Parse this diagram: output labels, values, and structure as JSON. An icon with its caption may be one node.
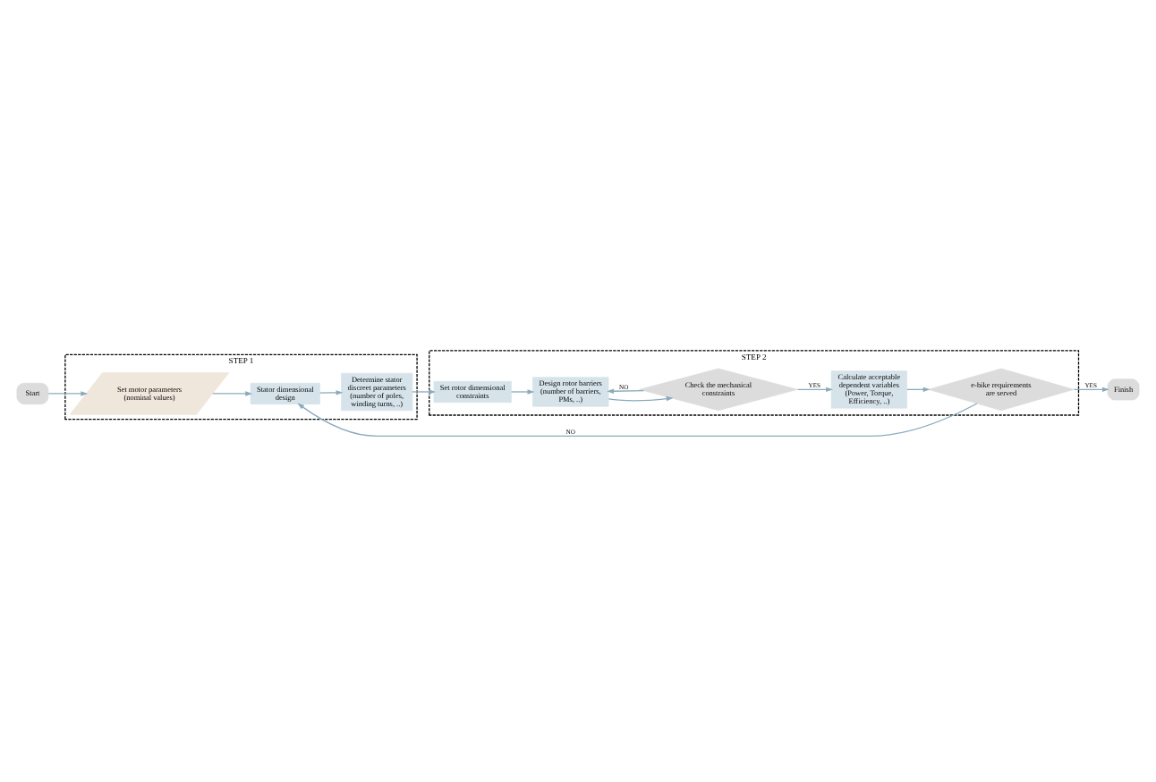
{
  "diagram": {
    "nodes": [
      {
        "text": [
          "STEP 1"
        ]
      },
      {
        "text": [
          "Start"
        ]
      },
      {
        "text": [
          "Set motor parameters (nominal values)"
        ],
        "in": 0
      },
      {
        "text": [
          "Stator dimensional design"
        ],
        "in": 0
      },
      {
        "text": [
          "Determine stator discreet parameters (number of poles, winding turns, ..)"
        ],
        "in": 0
      },
      {
        "text": [
          "STEP 2"
        ]
      },
      {
        "text": [
          "Set rotor dimensional constraints"
        ],
        "in": 5
      },
      {
        "text": [
          "Design rotor barriers (number of barriers, PMs, ..)"
        ],
        "in": 5
      },
      {
        "text": [
          "Check the mechanical constraints"
        ],
        "in": 5
      },
      {
        "text": [
          "Calculate acceptable dependent variables (Power, Torque, Efficiency, ..)"
        ],
        "in": 5
      },
      {
        "text": [
          "e-bike requirements are served"
        ],
        "in": 5
      },
      {
        "text": [
          "Finish"
        ]
      }
    ],
    "edges": [
      {
        "from": 1,
        "to": 2,
        "arrow": "to"
      },
      {
        "from": 2,
        "to": 3,
        "arrow": "to"
      },
      {
        "from": 3,
        "to": 4,
        "arrow": "to"
      },
      {
        "from": 4,
        "to": 6,
        "arrow": "to"
      },
      {
        "from": 6,
        "to": 7,
        "arrow": "to"
      },
      {
        "from": 7,
        "to": 8,
        "arrow": "to"
      },
      {
        "from": 8,
        "to": 7,
        "arrow": "to",
        "label": "NO"
      },
      {
        "from": 8,
        "to": 9,
        "arrow": "to",
        "label": "YES"
      },
      {
        "from": 9,
        "to": 10,
        "arrow": "to"
      },
      {
        "from": 10,
        "to": 11,
        "arrow": "to",
        "label": "YES"
      },
      {
        "from": 10,
        "to": 3,
        "arrow": "to",
        "label": "NO"
      }
    ]
  }
}
